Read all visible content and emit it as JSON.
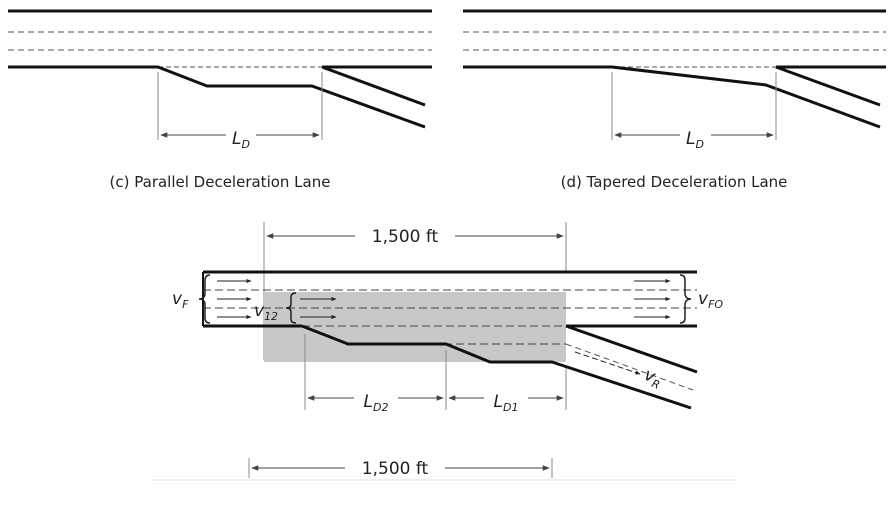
{
  "panels": {
    "c": {
      "caption": "(c) Parallel Deceleration Lane",
      "dim_label": "L",
      "dim_sub": "D"
    },
    "d": {
      "caption": "(d) Tapered Deceleration Lane",
      "dim_label": "L",
      "dim_sub": "D"
    }
  },
  "main": {
    "top_dimension": "1,500 ft",
    "bottom_dimension": "1,500 ft",
    "v_f": {
      "main": "v",
      "sub": "F"
    },
    "v_12": {
      "main": "v",
      "sub": "12"
    },
    "v_fo": {
      "main": "v",
      "sub": "FO"
    },
    "v_r": {
      "main": "v",
      "sub": "R"
    },
    "l_d1": {
      "main": "L",
      "sub": "D1"
    },
    "l_d2": {
      "main": "L",
      "sub": "D2"
    },
    "shade_color": "#c8c8c8"
  }
}
